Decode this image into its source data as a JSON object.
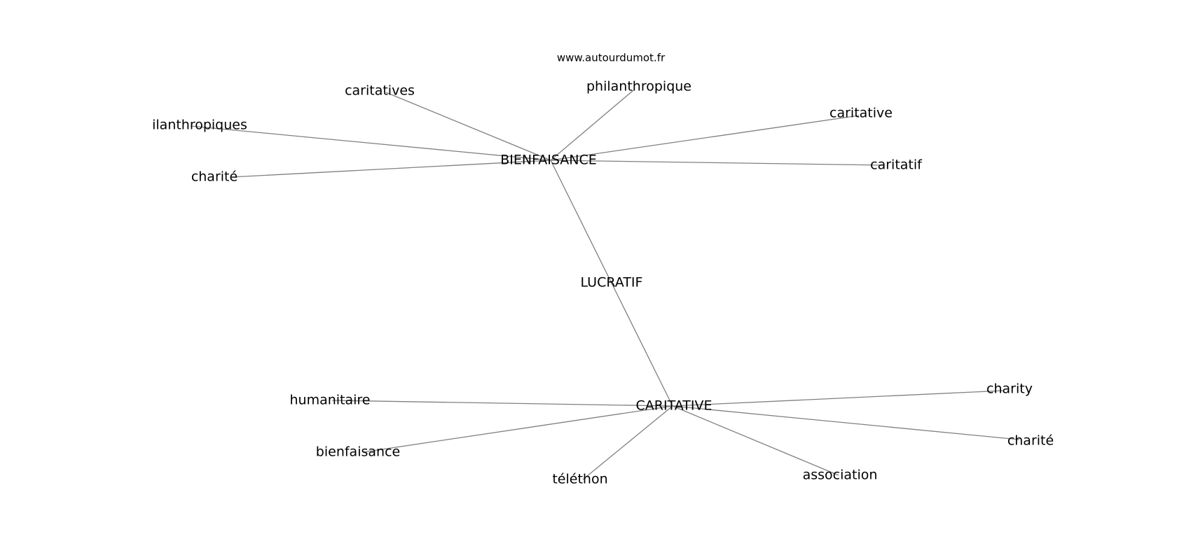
{
  "site": "www.autourdumot.fr",
  "nodes": {
    "lucratif": "LUCRATIF",
    "bienfaisance_hub": "BIENFAISANCE",
    "caritative_hub": "CARITATIVE",
    "caritatives": "caritatives",
    "philanthropique": "philanthropique",
    "caritative": "caritative",
    "ilanthropiques": "ilanthropiques",
    "charite_top": "charité",
    "caritatif": "caritatif",
    "humanitaire": "humanitaire",
    "bienfaisance": "bienfaisance",
    "telethon": "téléthon",
    "association": "association",
    "charity": "charity",
    "charite_bottom": "charité"
  },
  "edges": [
    [
      "bienfaisance_hub",
      "caritative_hub"
    ],
    [
      "bienfaisance_hub",
      "caritatives"
    ],
    [
      "bienfaisance_hub",
      "philanthropique"
    ],
    [
      "bienfaisance_hub",
      "caritative"
    ],
    [
      "bienfaisance_hub",
      "ilanthropiques"
    ],
    [
      "bienfaisance_hub",
      "charite_top"
    ],
    [
      "bienfaisance_hub",
      "caritatif"
    ],
    [
      "caritative_hub",
      "humanitaire"
    ],
    [
      "caritative_hub",
      "bienfaisance"
    ],
    [
      "caritative_hub",
      "telethon"
    ],
    [
      "caritative_hub",
      "association"
    ],
    [
      "caritative_hub",
      "charity"
    ],
    [
      "caritative_hub",
      "charite_bottom"
    ]
  ]
}
